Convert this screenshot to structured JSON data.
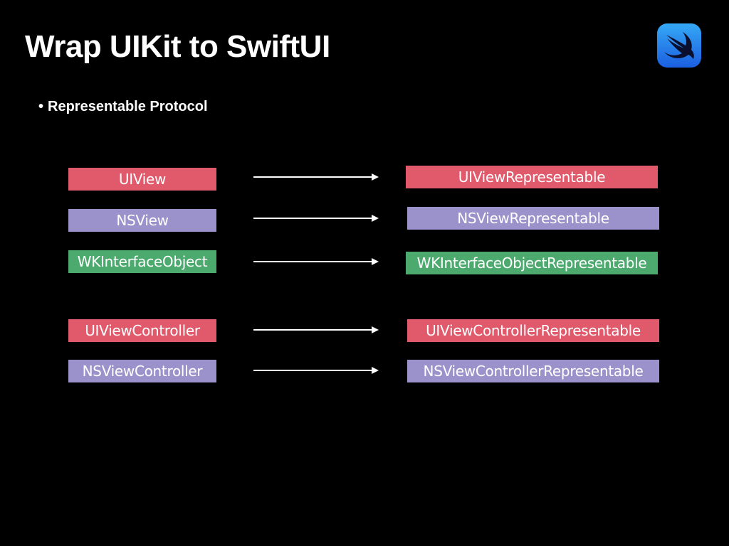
{
  "slide": {
    "title": "Wrap UIKit to SwiftUI",
    "bullet": "Representable Protocol",
    "bullet_marker": "•",
    "logo_icon": "swift-logo-icon"
  },
  "colors": {
    "background": "#000000",
    "red": "#e05a6b",
    "purple": "#9b92cb",
    "green": "#4caa6e",
    "arrow": "#ffffff"
  },
  "mappings": [
    {
      "from": "UIView",
      "to": "UIViewRepresentable",
      "color": "#e05a6b"
    },
    {
      "from": "NSView",
      "to": "NSViewRepresentable",
      "color": "#9b92cb"
    },
    {
      "from": "WKInterfaceObject",
      "to": "WKInterfaceObjectRepresentable",
      "color": "#4caa6e"
    },
    {
      "from": "UIViewController",
      "to": "UIViewControllerRepresentable",
      "color": "#e05a6b"
    },
    {
      "from": "NSViewController",
      "to": "NSViewControllerRepresentable",
      "color": "#9b92cb"
    }
  ]
}
